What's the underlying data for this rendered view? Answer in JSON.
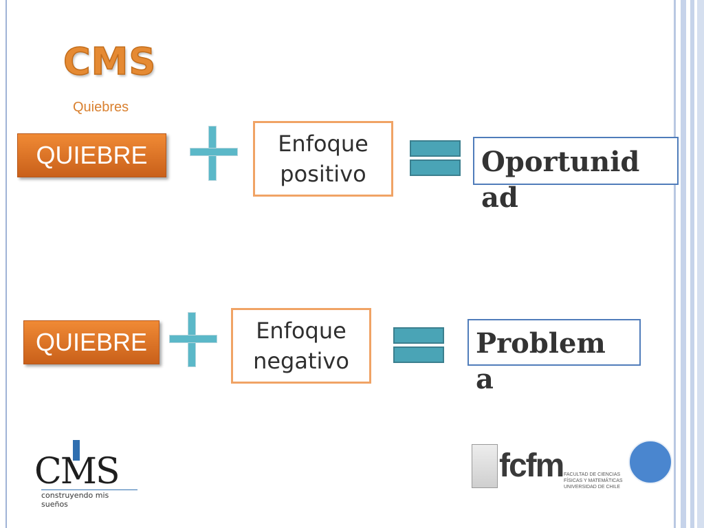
{
  "slide": {
    "title": "CMS",
    "subtitle": "Quiebres"
  },
  "rows": [
    {
      "left_label": "QUIEBRE",
      "operator": "plus-icon",
      "middle_line1": "Enfoque",
      "middle_line2": "positivo",
      "equals": "equals-icon",
      "result": "Oportunidad"
    },
    {
      "left_label": "QUIEBRE",
      "operator": "plus-icon",
      "middle_line1": "Enfoque",
      "middle_line2": "negativo",
      "equals": "equals-icon",
      "result": "Problema"
    }
  ],
  "logos": {
    "cms_logo": "CMS",
    "cms_tagline": "construyendo mis sueños",
    "fcfm": "fcfm",
    "fcfm_sub": "FACULTAD DE CIENCIAS FÍSICAS Y MATEMÁTICAS UNIVERSIDAD DE CHILE"
  },
  "colors": {
    "accent_orange": "#e58a33",
    "teal": "#5bb8c8",
    "blue_border": "#4f7cba"
  }
}
